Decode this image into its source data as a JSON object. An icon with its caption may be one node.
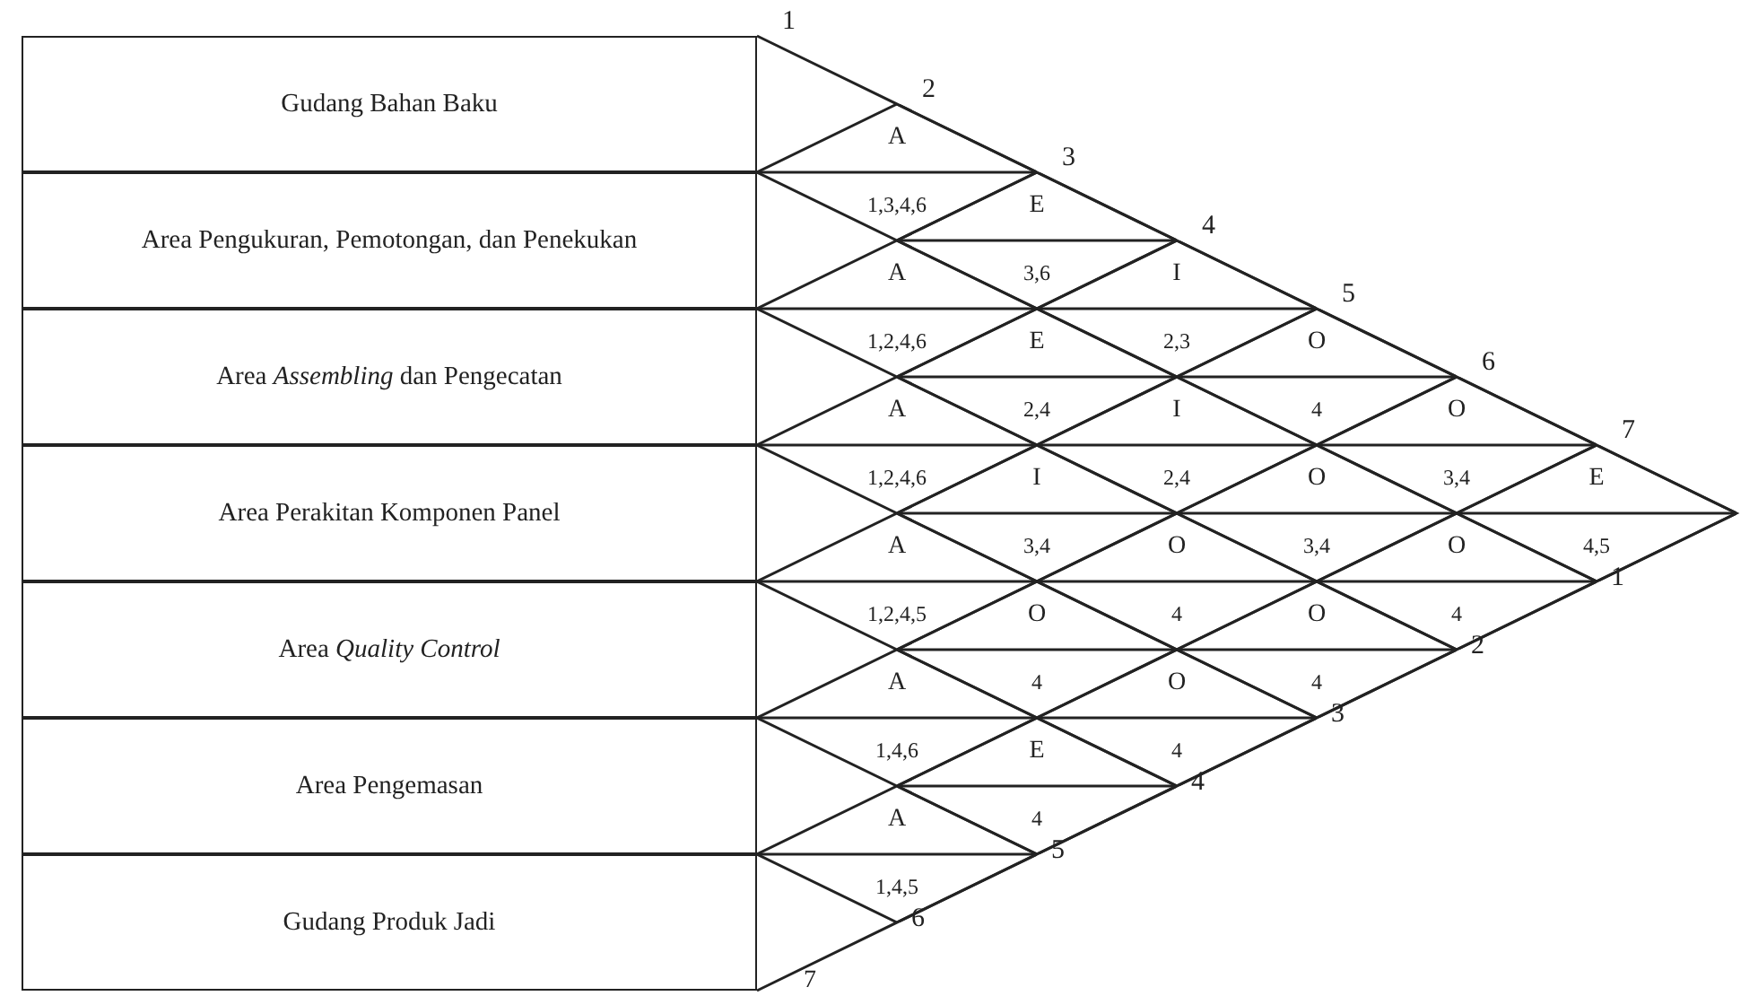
{
  "diagram": {
    "nodes": [
      {
        "text": [
          "Gudang Bahan Baku"
        ]
      },
      {
        "text": [
          "Area Pengukuran, Pemotongan, dan Penekukan"
        ]
      },
      {
        "text": [
          "Area *Assembling* dan Pengecatan"
        ]
      },
      {
        "text": [
          "Area Perakitan Komponen Panel"
        ]
      },
      {
        "text": [
          "Area *Quality Control*"
        ]
      },
      {
        "text": [
          "Area Pengemasan"
        ]
      },
      {
        "text": [
          "Gudang Produk Jadi"
        ]
      },
      {
        "text": [
          "A",
          "1,3,4,6"
        ]
      },
      {
        "text": [
          "E",
          "3,6"
        ]
      },
      {
        "text": [
          "A",
          "1,2,4,6"
        ]
      },
      {
        "text": [
          "I",
          "2,3"
        ]
      },
      {
        "text": [
          "E",
          "2,4"
        ]
      },
      {
        "text": [
          "O",
          "4"
        ]
      },
      {
        "text": [
          "A",
          "1,2,4,6"
        ]
      },
      {
        "text": [
          "I",
          "2,4"
        ]
      },
      {
        "text": [
          "O",
          "3,4"
        ]
      },
      {
        "text": [
          "I",
          "3,4"
        ]
      },
      {
        "text": [
          "O",
          "3,4"
        ]
      },
      {
        "text": [
          "E",
          "4,5"
        ]
      },
      {
        "text": [
          "A",
          "1,2,4,5"
        ]
      },
      {
        "text": [
          "O",
          "4"
        ]
      },
      {
        "text": [
          "O",
          "4"
        ]
      },
      {
        "text": [
          "O",
          "4"
        ]
      },
      {
        "text": [
          "O",
          "4"
        ]
      },
      {
        "text": [
          "A",
          "1,4,6"
        ]
      },
      {
        "text": [
          "O",
          "4"
        ]
      },
      {
        "text": [
          "E",
          "4"
        ]
      },
      {
        "text": [
          "A",
          "1,4,5"
        ]
      }
    ],
    "labels": [
      "1",
      "2",
      "3",
      "4",
      "5",
      "6",
      "7",
      "1",
      "2",
      "3",
      "4",
      "5",
      "6",
      "7"
    ]
  }
}
